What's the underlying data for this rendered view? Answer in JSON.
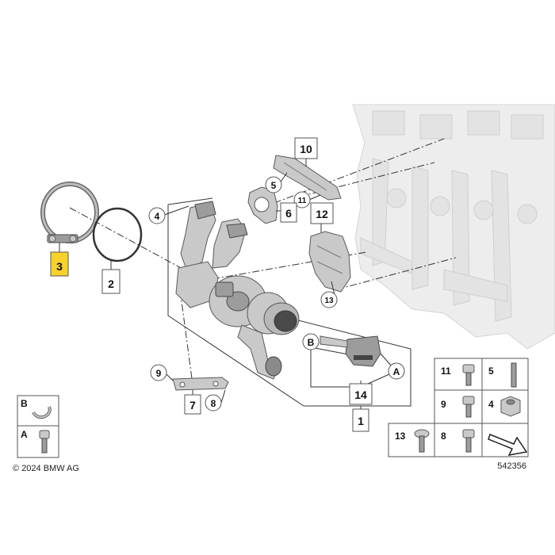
{
  "labels": {
    "l1": "1",
    "l2": "2",
    "l3": "3",
    "l4": "4",
    "l5": "5",
    "l6": "6",
    "l7": "7",
    "l8": "8",
    "l9": "9",
    "l10": "10",
    "l11": "11",
    "l12": "12",
    "l13": "13",
    "l14": "14",
    "lA": "A",
    "lB": "B"
  },
  "legend": {
    "B": "B",
    "A": "A",
    "g11": "11",
    "g5": "5",
    "g9": "9",
    "g4": "4",
    "g13": "13",
    "g8": "8"
  },
  "footer": {
    "copyright": "© 2024 BMW AG",
    "diagram_number": "542356"
  },
  "colors": {
    "highlight": "#f6d22c"
  }
}
